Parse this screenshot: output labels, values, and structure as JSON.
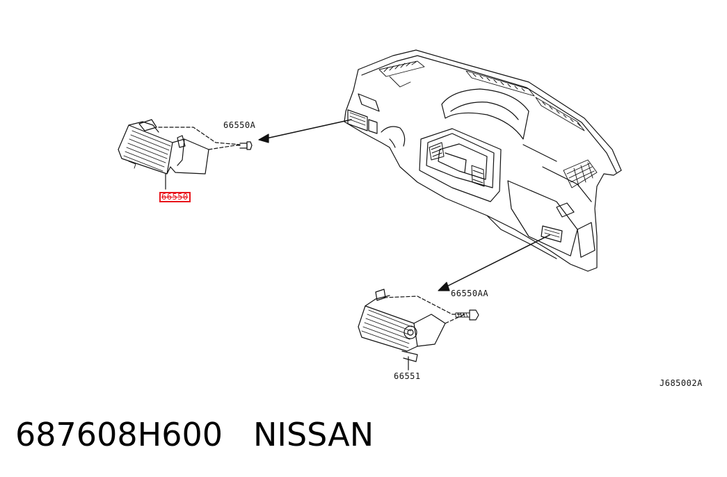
{
  "labels": {
    "part_66550A": "66550A",
    "part_66550": "66550",
    "part_66550AA": "66550AA",
    "part_66551": "66551",
    "diagram_code": "J685002A"
  },
  "footer": {
    "part_number": "687608H600",
    "brand": "NISSAN"
  },
  "colors": {
    "line": "#111111",
    "highlight": "#e8141b",
    "background": "#ffffff"
  }
}
